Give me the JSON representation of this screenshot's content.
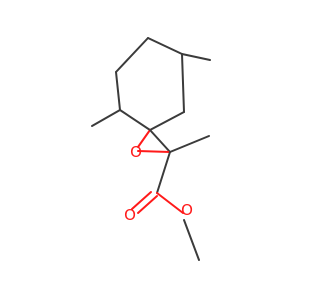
{
  "molecule": {
    "atoms": {
      "epoxide_oxygen": "O",
      "carbonyl_oxygen": "O",
      "ester_oxygen": "O"
    },
    "colors": {
      "bond": "#3b3b3b",
      "heteroatom": "#ff1a1a",
      "background": "#ffffff"
    }
  }
}
